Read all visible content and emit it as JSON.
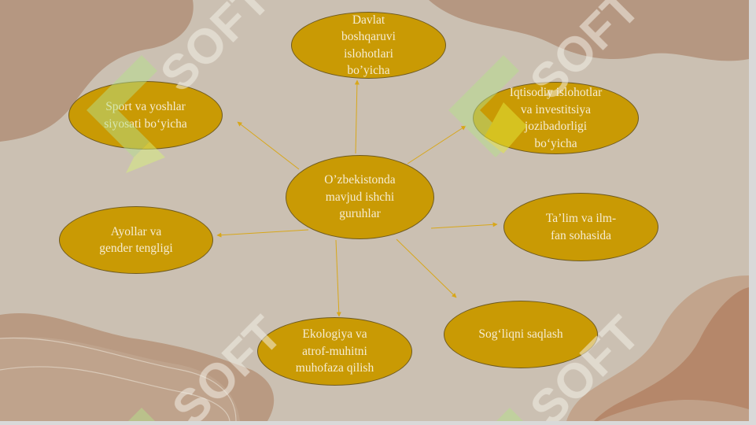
{
  "diagram": {
    "center": {
      "text": "O’zbekistonda\nmavjud ishchi\nguruhlar"
    },
    "nodes": [
      {
        "id": "davlat",
        "text": "Davlat\nboshqaruvi\nislohotlari\nbo’yicha"
      },
      {
        "id": "sport",
        "text": "Sport va yoshlar\nsiyosati bo‘yicha"
      },
      {
        "id": "iqtisodiy",
        "text": "Iqtisodiy islohotlar\nva investitsiya\njozibadorligi\nbo‘yicha"
      },
      {
        "id": "talim",
        "text": "Ta’lim va ilm-\nfan sohasida"
      },
      {
        "id": "ayollar",
        "text": "Ayollar va\ngender tengligi"
      },
      {
        "id": "soglik",
        "text": "Sog‘liqni saqlash"
      },
      {
        "id": "ekologiya",
        "text": "Ekologiya va\natrof-muhitni\nmuhofaza qilish"
      }
    ]
  },
  "colors": {
    "node_fill": "#c99a04",
    "node_text": "#f6ecd2",
    "arrow": "#d8a71a",
    "background": "#cbc0b2"
  },
  "watermark": {
    "text": "SOFT"
  }
}
